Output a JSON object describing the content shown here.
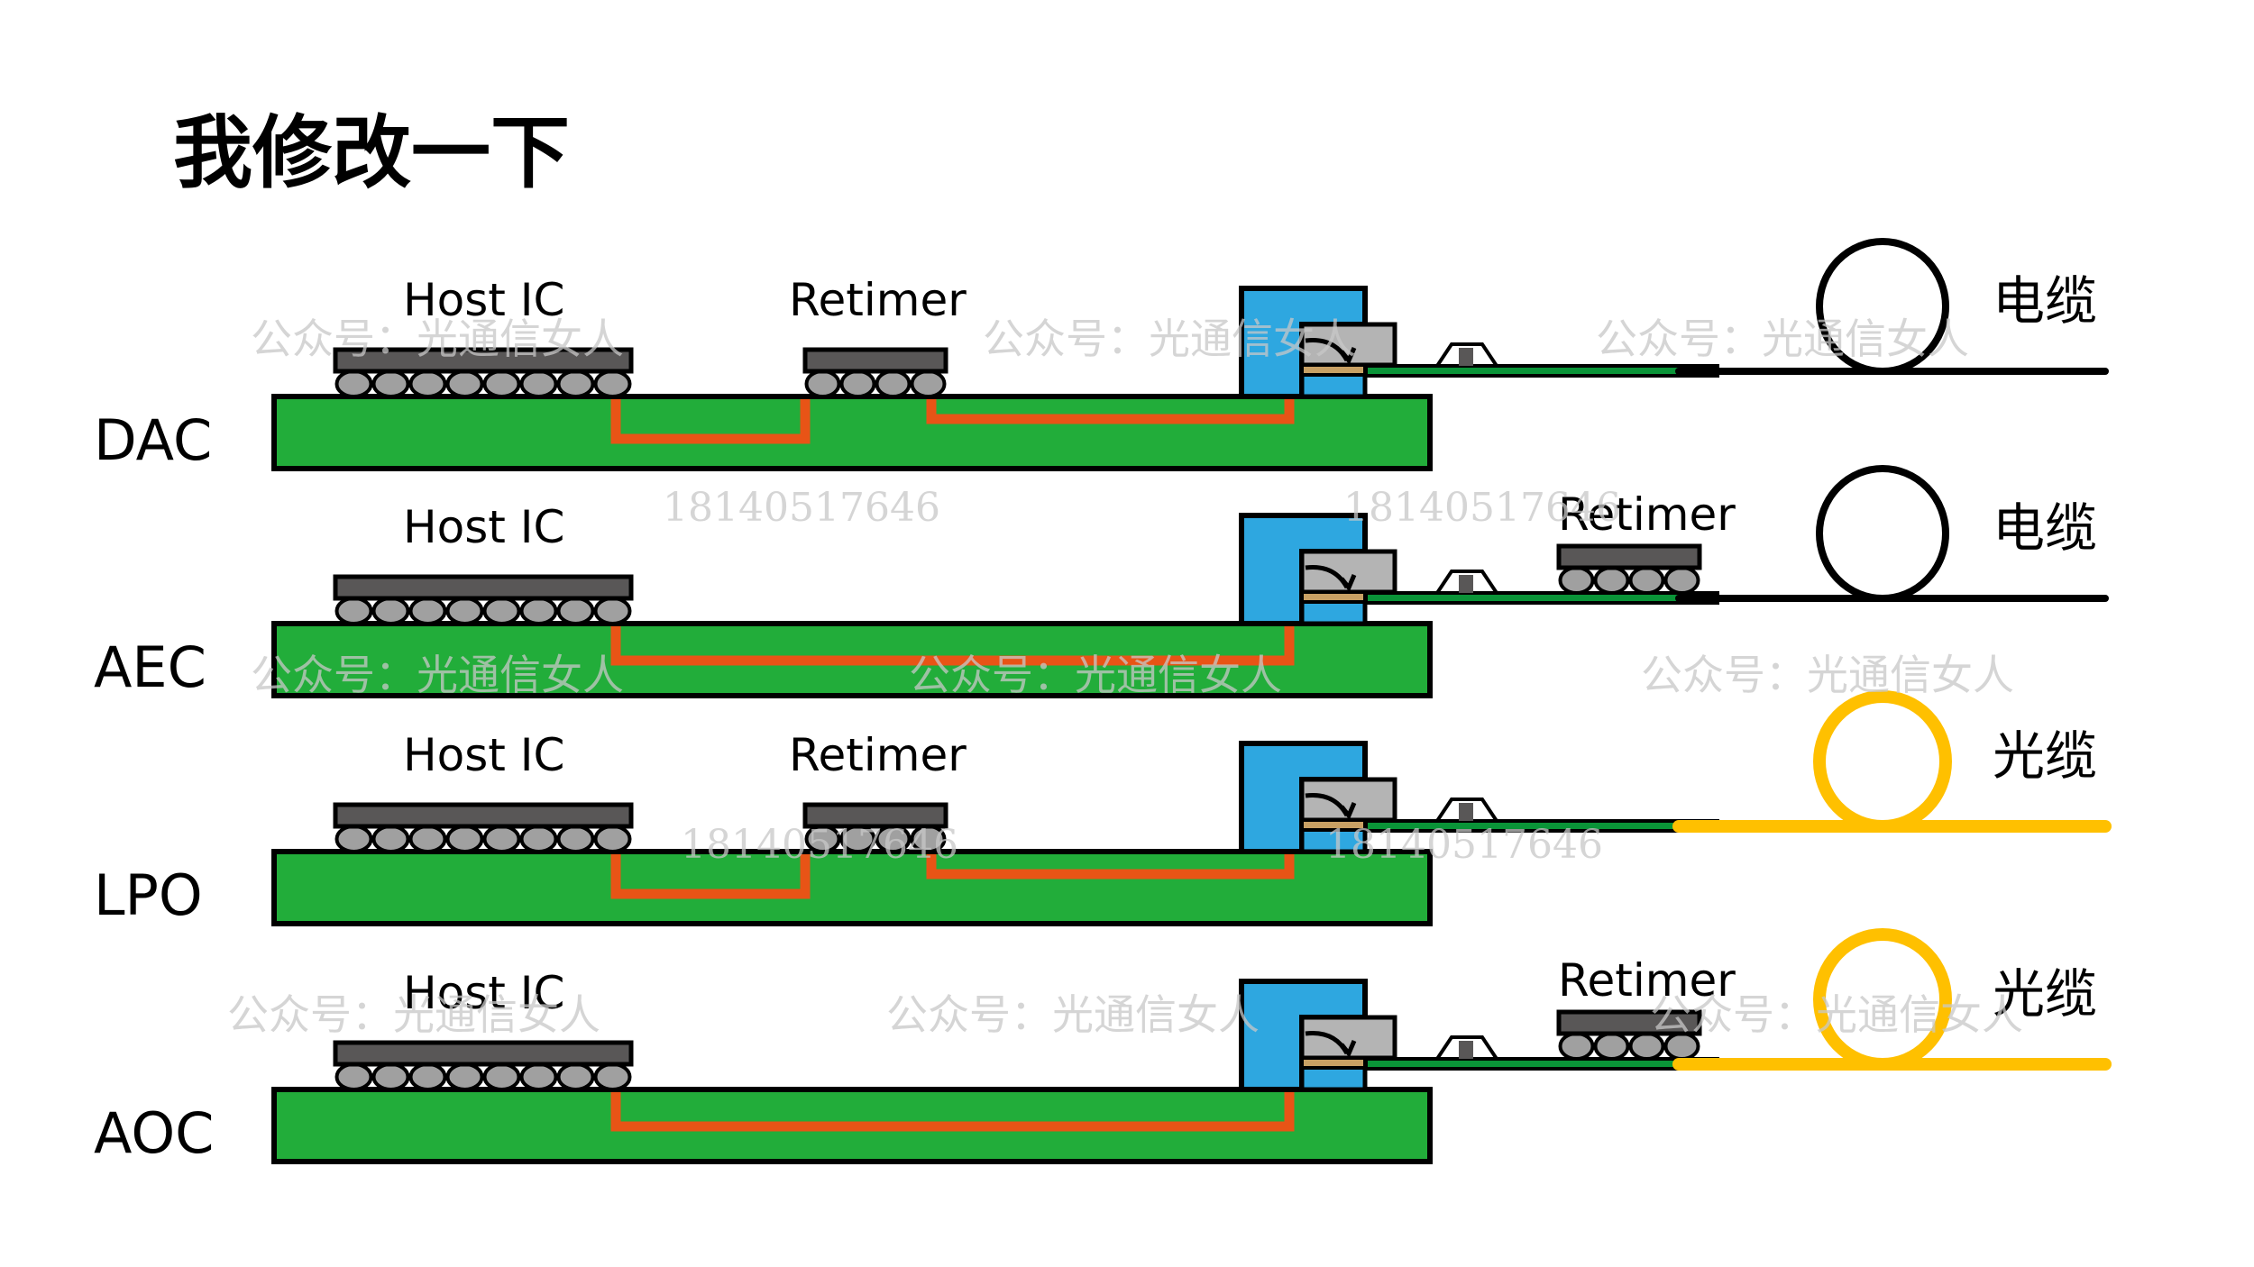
{
  "title": "我修改一下",
  "colors": {
    "pcb": "#22AD3A",
    "module_board": "#0A9438",
    "trace": "#E85416",
    "cage": "#2EA7E0",
    "latch": "#B4B4B4",
    "contact": "#C8A064",
    "chip_body": "#595757",
    "ball": "#A0A0A0",
    "copper_cable": "#000000",
    "fiber": "#FFC000",
    "outline": "#000000",
    "watermark": "#C8C8C8"
  },
  "labels": {
    "host_ic": "Host IC",
    "retimer": "Retimer",
    "copper_cable": "电缆",
    "optical_cable": "光缆"
  },
  "rows": [
    {
      "id": "dac",
      "name": "DAC",
      "host_retimer": true,
      "module_retimer": false,
      "cable": "copper"
    },
    {
      "id": "aec",
      "name": "AEC",
      "host_retimer": false,
      "module_retimer": true,
      "cable": "copper"
    },
    {
      "id": "lpo",
      "name": "LPO",
      "host_retimer": true,
      "module_retimer": false,
      "cable": "optical"
    },
    {
      "id": "aoc",
      "name": "AOC",
      "host_retimer": false,
      "module_retimer": true,
      "cable": "optical"
    }
  ],
  "watermarks": {
    "account": "公众号：光通信女人",
    "number": "18140517646"
  }
}
